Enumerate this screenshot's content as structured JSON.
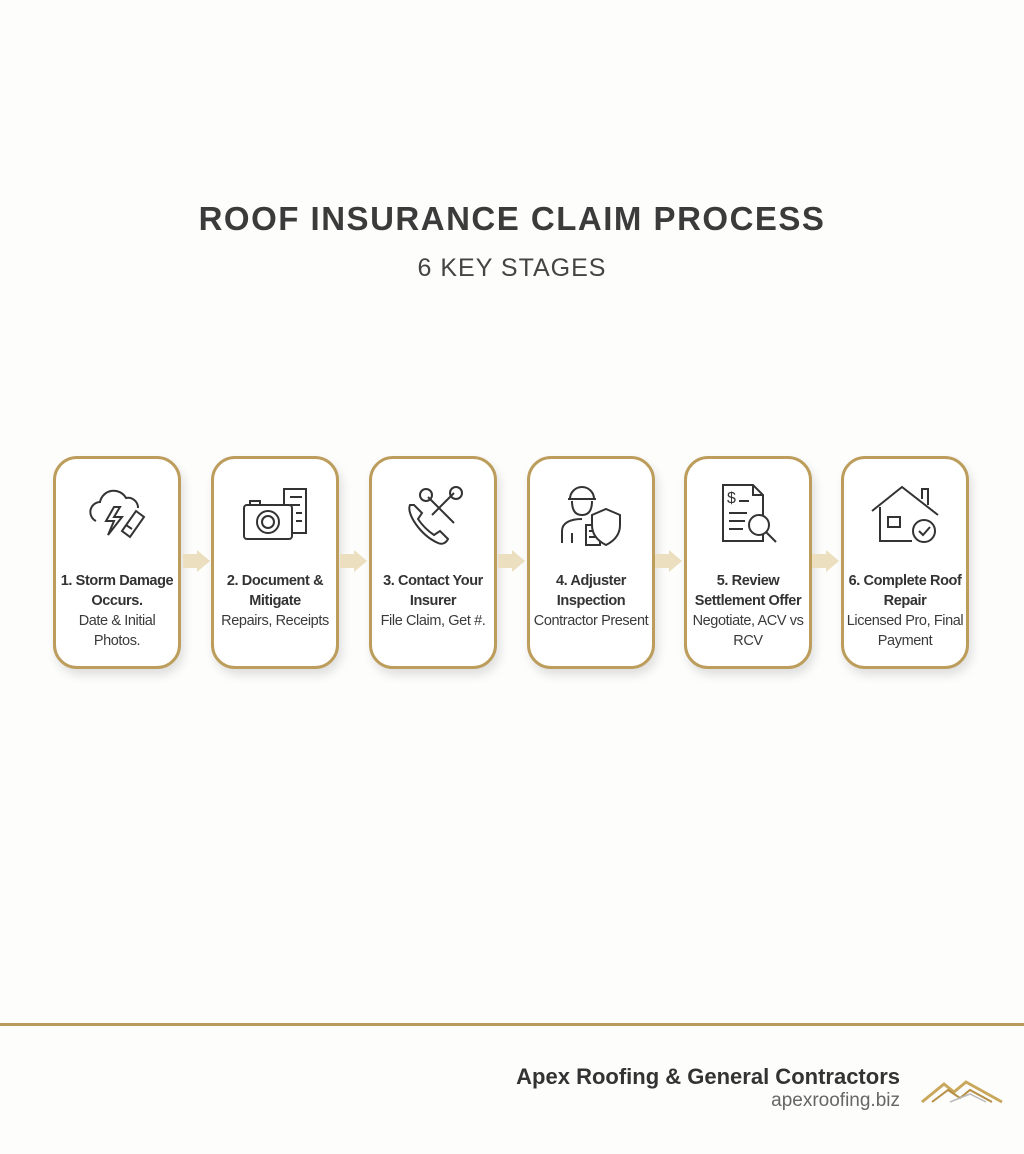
{
  "header": {
    "title": "ROOF INSURANCE CLAIM PROCESS",
    "subtitle": "6 KEY STAGES"
  },
  "steps": [
    {
      "title": "1. Storm Damage Occurs.",
      "desc": "Date & Initial Photos.",
      "icon": "storm-damage-icon"
    },
    {
      "title": "2. Document & Mitigate",
      "desc": "Repairs, Receipts",
      "icon": "camera-receipt-icon"
    },
    {
      "title": "3. Contact Your Insurer",
      "desc": "File Claim, Get #.",
      "icon": "phone-wrench-icon"
    },
    {
      "title": "4. Adjuster Inspection",
      "desc": "Contractor Present",
      "icon": "adjuster-shield-icon"
    },
    {
      "title": "5. Review Settlement Offer",
      "desc": "Negotiate, ACV vs RCV",
      "icon": "document-magnifier-icon"
    },
    {
      "title": "6. Complete Roof Repair",
      "desc": "Licensed Pro, Final Payment",
      "icon": "house-check-icon"
    }
  ],
  "footer": {
    "company": "Apex Roofing & General Contractors",
    "url": "apexroofing.biz",
    "logo": "roof-peaks-logo"
  },
  "colors": {
    "accent": "#bc9d5c",
    "arrow": "#ebdfbf",
    "text": "#3a3a3a"
  }
}
